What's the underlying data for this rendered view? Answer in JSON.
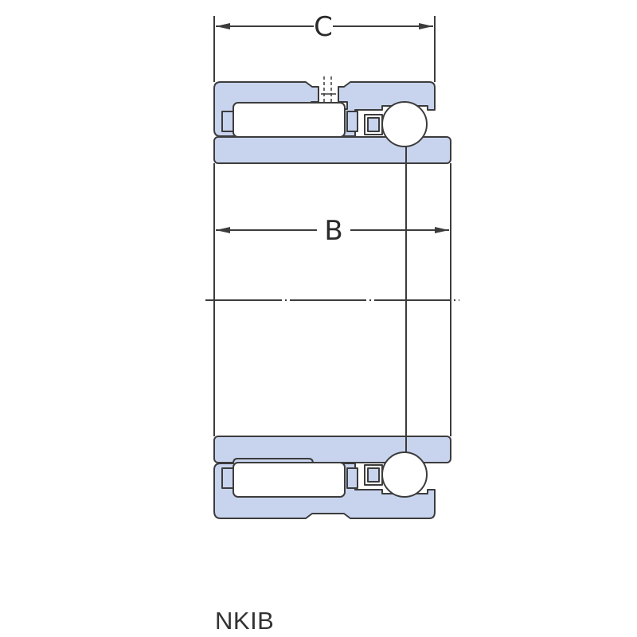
{
  "drawing": {
    "dimension_c_label": "C",
    "dimension_b_label": "B",
    "designation": "NKIB"
  },
  "colors": {
    "ring_fill": "#c8d4ee",
    "outline": "#3c3c3c",
    "background": "#ffffff"
  }
}
